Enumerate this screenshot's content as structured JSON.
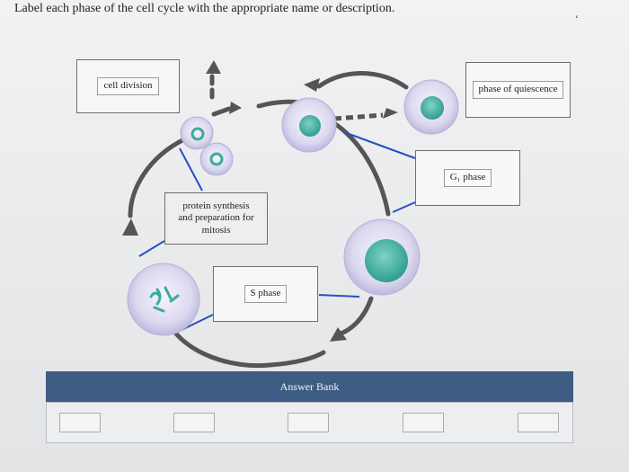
{
  "instructions": "Label each phase of the cell cycle with the appropriate name or description.",
  "diagram": {
    "labels": {
      "cell_division": "cell division",
      "phase_of_quiescence": "phase of quiescence",
      "g1_phase": "G₁ phase",
      "protein_synthesis": "protein synthesis and preparation for mitosis",
      "s_phase": "S phase"
    }
  },
  "answer_bank": {
    "title": "Answer Bank",
    "slots": [
      "",
      "",
      "",
      "",
      ""
    ]
  },
  "colors": {
    "header": "#3d5c83",
    "leader_line": "#2a4fc2",
    "arrow": "#4f4f4f",
    "cell_membrane": "#c9c6e4",
    "cell_nucleus": "#3bab9d"
  }
}
